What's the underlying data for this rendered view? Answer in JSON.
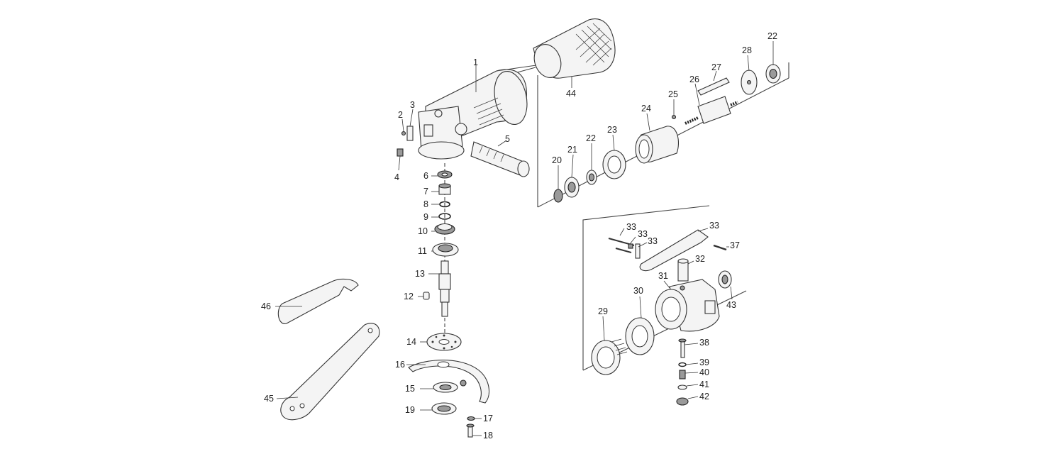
{
  "labels": {
    "p1": "1",
    "p2": "2",
    "p3": "3",
    "p4": "4",
    "p5": "5",
    "p6": "6",
    "p7": "7",
    "p8": "8",
    "p9": "9",
    "p10": "10",
    "p11": "11",
    "p12": "12",
    "p13": "13",
    "p14": "14",
    "p15": "15",
    "p16": "16",
    "p17": "17",
    "p18": "18",
    "p19": "19",
    "p20": "20",
    "p21": "21",
    "p22a": "22",
    "p22b": "22",
    "p23": "23",
    "p24": "24",
    "p25": "25",
    "p26": "26",
    "p27": "27",
    "p28": "28",
    "p29": "29",
    "p30": "30",
    "p31": "31",
    "p32": "32",
    "p33a": "33",
    "p33b": "33",
    "p33c": "33",
    "p33d": "33",
    "p37": "37",
    "p38": "38",
    "p39": "39",
    "p40": "40",
    "p41": "41",
    "p42": "42",
    "p43": "43",
    "p44": "44",
    "p45": "45",
    "p46": "46"
  }
}
